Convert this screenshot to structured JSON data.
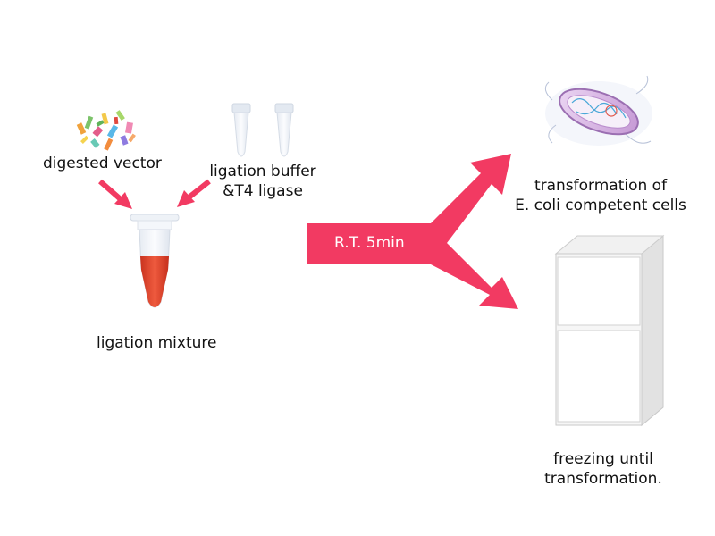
{
  "labels": {
    "digested_vector": "digested vector",
    "ligation_buffer_line1": "ligation buffer",
    "ligation_buffer_line2": "&T4 ligase",
    "ligation_mixture": "ligation mixture",
    "step": "R.T. 5min",
    "transformation_line1": "transformation of",
    "transformation_line2": "E. coli competent cells",
    "freezing_line1": "freezing until",
    "freezing_line2": "transformation."
  },
  "colors": {
    "arrow": "#f23a62",
    "liquid": "#e8452c",
    "tube_cap": "#e9eef5",
    "freezer": "#f4f4f4",
    "bacterium": "#d9b6e6"
  },
  "icons": {
    "fragments": "dna-fragments-icon",
    "empty_tubes": "empty-tube-icon",
    "mix_tube": "microtube-icon",
    "bacterium": "bacterium-icon",
    "freezer": "freezer-icon"
  }
}
